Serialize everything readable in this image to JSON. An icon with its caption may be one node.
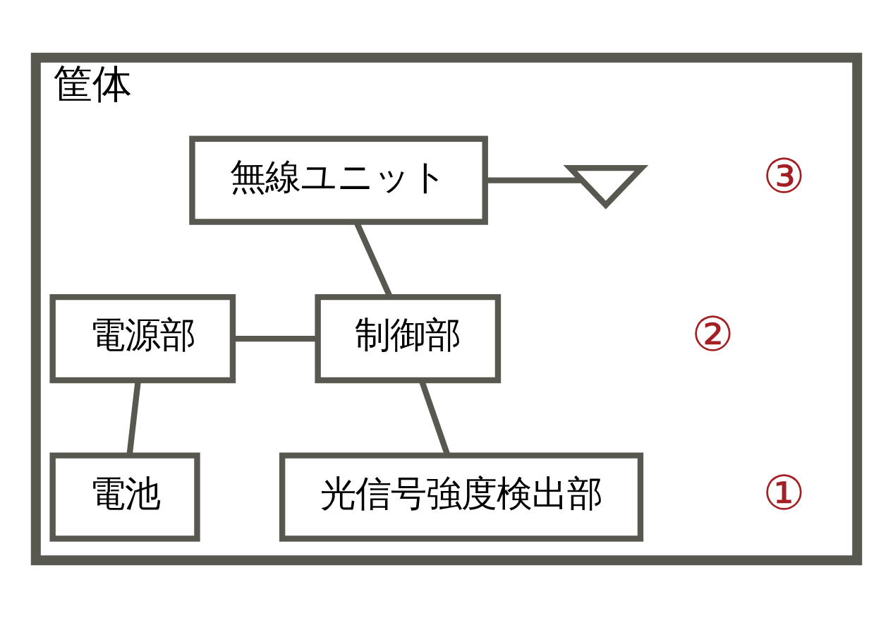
{
  "diagram": {
    "nodes": [
      {
        "text": [
          "筐体"
        ]
      },
      {
        "text": [
          "無線ユニット"
        ],
        "in": 0
      },
      {
        "text": [],
        "shape": "antenna",
        "in": 0
      },
      {
        "text": [
          "電源部"
        ],
        "in": 0
      },
      {
        "text": [
          "制御部"
        ],
        "in": 0
      },
      {
        "text": [
          "電池"
        ],
        "in": 0
      },
      {
        "text": [
          "光信号強度検出部"
        ],
        "in": 0
      }
    ],
    "edges": [
      {
        "from": 1,
        "to": 2,
        "arrow": "none"
      },
      {
        "from": 1,
        "to": 4,
        "arrow": "none"
      },
      {
        "from": 3,
        "to": 4,
        "arrow": "none"
      },
      {
        "from": 3,
        "to": 5,
        "arrow": "none"
      },
      {
        "from": 4,
        "to": 6,
        "arrow": "none"
      }
    ],
    "labels": [
      "③",
      "②",
      "①"
    ]
  }
}
